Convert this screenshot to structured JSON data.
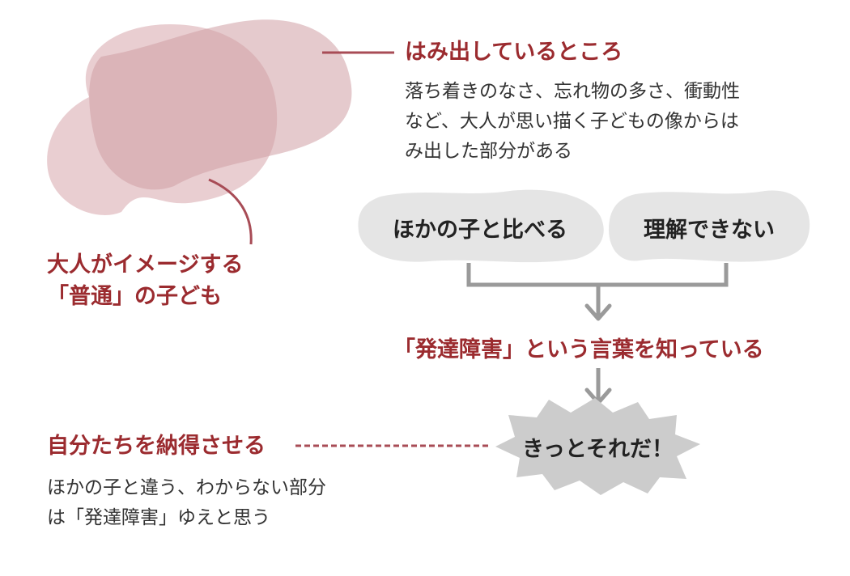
{
  "colors": {
    "accent": "#9b2b2f",
    "connector": "#a84c56",
    "blob_light": "#e7c9cc",
    "blob_mid": "#d7a3aa",
    "bubble_gray": "#e5e5e5",
    "arrow_gray": "#9a9a9a",
    "burst_gray": "#cccccc"
  },
  "icons": {
    "shapes": "overlapping-blob-shapes",
    "burst": "spiky-burst-shape"
  },
  "overflow_label": "はみ出しているところ",
  "overflow_desc": [
    "落ち着きのなさ、忘れ物の多さ、衝動性",
    "など、大人が思い描く子どもの像からは",
    "み出した部分がある"
  ],
  "normal_child_label": [
    "大人がイメージする",
    "「普通」の子ども"
  ],
  "bubbles": {
    "compare": "ほかの子と比べる",
    "cannot_understand": "理解できない"
  },
  "knows_term": "「発達障害」という言葉を知っている",
  "conclusion": "きっとそれだ！",
  "convince_label": "自分たちを納得させる",
  "convince_desc": [
    "ほかの子と違う、わからない部分",
    "は「発達障害」ゆえと思う"
  ]
}
